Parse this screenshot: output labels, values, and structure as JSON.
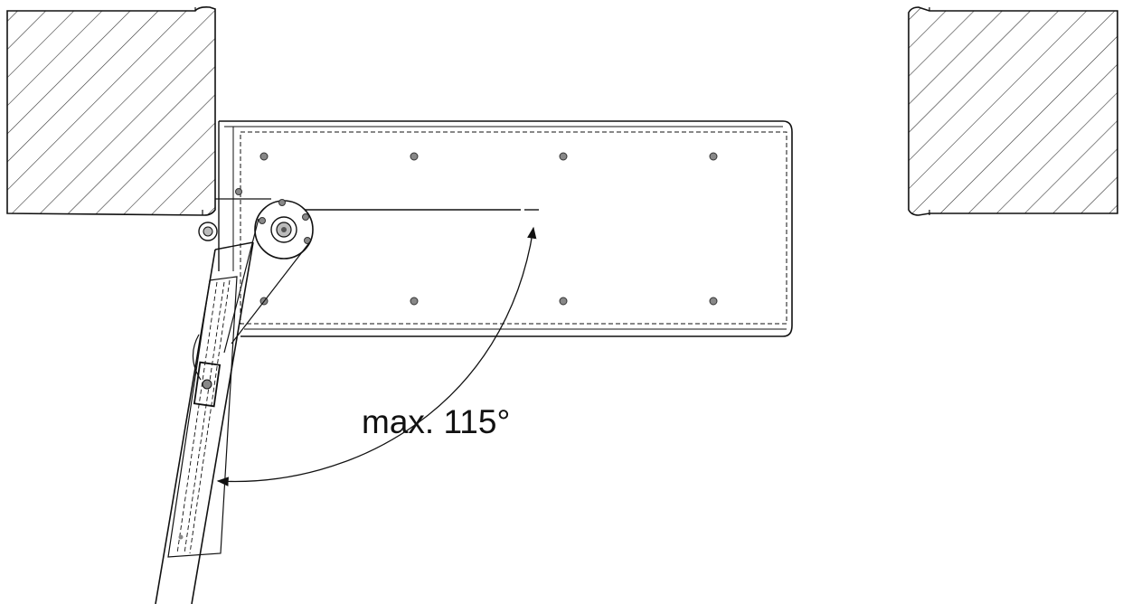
{
  "diagram": {
    "angle_label": "max. 115°",
    "max_opening_angle_deg": 115,
    "colors": {
      "line": "#111111",
      "hatch": "#333333",
      "screw": "#888888",
      "background": "#ffffff"
    },
    "icons": [
      "wall-hatch",
      "hinge-pivot",
      "mounting-screw",
      "angle-arrow"
    ]
  }
}
